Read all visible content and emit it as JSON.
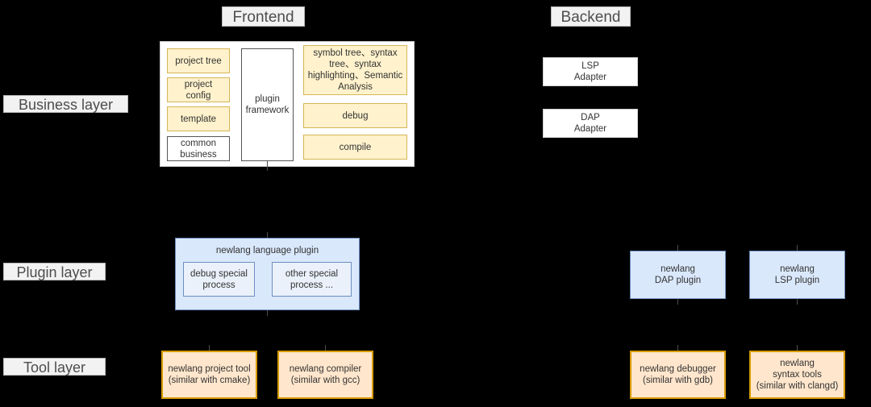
{
  "sections": {
    "frontend": {
      "label": "Frontend"
    },
    "backend": {
      "label": "Backend"
    }
  },
  "layers": [
    {
      "id": "business",
      "label": "Business layer"
    },
    {
      "id": "plugin",
      "label": "Plugin layer"
    },
    {
      "id": "tool",
      "label": "Tool layer"
    }
  ],
  "business_layer": {
    "left_column": [
      {
        "label": "project tree",
        "style": "yellow"
      },
      {
        "label": "project config",
        "style": "yellow"
      },
      {
        "label": "template",
        "style": "yellow"
      },
      {
        "label": "common\nbusiness",
        "style": "white-dark"
      }
    ],
    "center": {
      "label": "plugin\nframework",
      "style": "white-dark"
    },
    "right_column": [
      {
        "label": "symbol tree、syntax\ntree、syntax\nhighlighting、Semantic\nAnalysis",
        "style": "yellow"
      },
      {
        "label": "debug",
        "style": "yellow"
      },
      {
        "label": "compile",
        "style": "yellow"
      }
    ],
    "backend_nodes": [
      {
        "label": "LSP\nAdapter",
        "style": "white"
      },
      {
        "label": "DAP\nAdapter",
        "style": "white"
      }
    ]
  },
  "plugin_layer": {
    "container": {
      "title": "newlang language plugin",
      "children": [
        {
          "label": "debug special\nprocess",
          "style": "blue-light"
        },
        {
          "label": "other special\nprocess ...",
          "style": "blue-light"
        }
      ]
    },
    "backend_nodes": [
      {
        "label": "newlang\nDAP plugin",
        "style": "blue"
      },
      {
        "label": "newlang\nLSP plugin",
        "style": "blue"
      }
    ]
  },
  "tool_layer": {
    "frontend_nodes": [
      {
        "label": "newlang project tool\n(similar with cmake)",
        "style": "orange"
      },
      {
        "label": "newlang compiler\n(similar with gcc)",
        "style": "orange"
      }
    ],
    "backend_nodes": [
      {
        "label": "newlang debugger\n(similar with gdb)",
        "style": "orange"
      },
      {
        "label": "newlang\nsyntax tools\n(similar with clangd)",
        "style": "orange"
      }
    ]
  },
  "colors": {
    "background": "#000000",
    "yellow_fill": "#fff2cc",
    "yellow_border": "#d6b656",
    "blue_fill": "#dae8fc",
    "blue_border": "#6c8ebf",
    "orange_fill": "#ffe6cc",
    "orange_border": "#d79b00",
    "label_fill": "#f2f2f2",
    "text": "#333333"
  }
}
